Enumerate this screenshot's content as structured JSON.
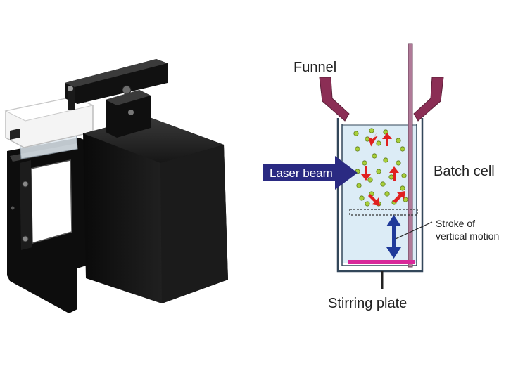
{
  "diagram": {
    "labels": {
      "funnel": "Funnel",
      "laser_beam": "Laser beam",
      "batch_cell": "Batch cell",
      "stroke_line1": "Stroke of",
      "stroke_line2": "vertical motion",
      "stirring_plate": "Stirring plate"
    },
    "colors": {
      "funnel": "#8b2e55",
      "rod": "#b07a98",
      "liquid": "#dcecf6",
      "cell_outline": "#33475a",
      "particle": "#a8cf3a",
      "motion_arrow": "#e02020",
      "laser_arrow": "#2a2a82",
      "stroke_arrow": "#1f3a9a",
      "stirring_plate": "#d8289a",
      "device_body": "#141414"
    }
  }
}
